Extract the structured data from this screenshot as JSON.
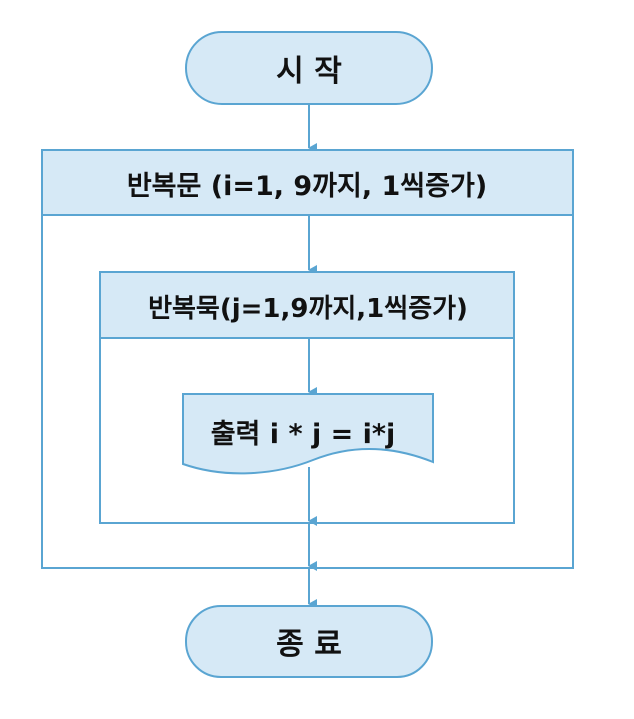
{
  "flowchart": {
    "start": {
      "label": "시 작"
    },
    "outer_loop": {
      "label": "반복문 (i=1, 9까지, 1씩증가)"
    },
    "inner_loop": {
      "label": "반복묵(j=1,9까지,1씩증가)"
    },
    "output": {
      "label": "출력 i * j = i*j"
    },
    "end": {
      "label": "종 료"
    }
  },
  "colors": {
    "fill": "#d6e9f6",
    "border": "#5aa5d2",
    "arrow": "#5aa5d2",
    "text": "#111111"
  }
}
